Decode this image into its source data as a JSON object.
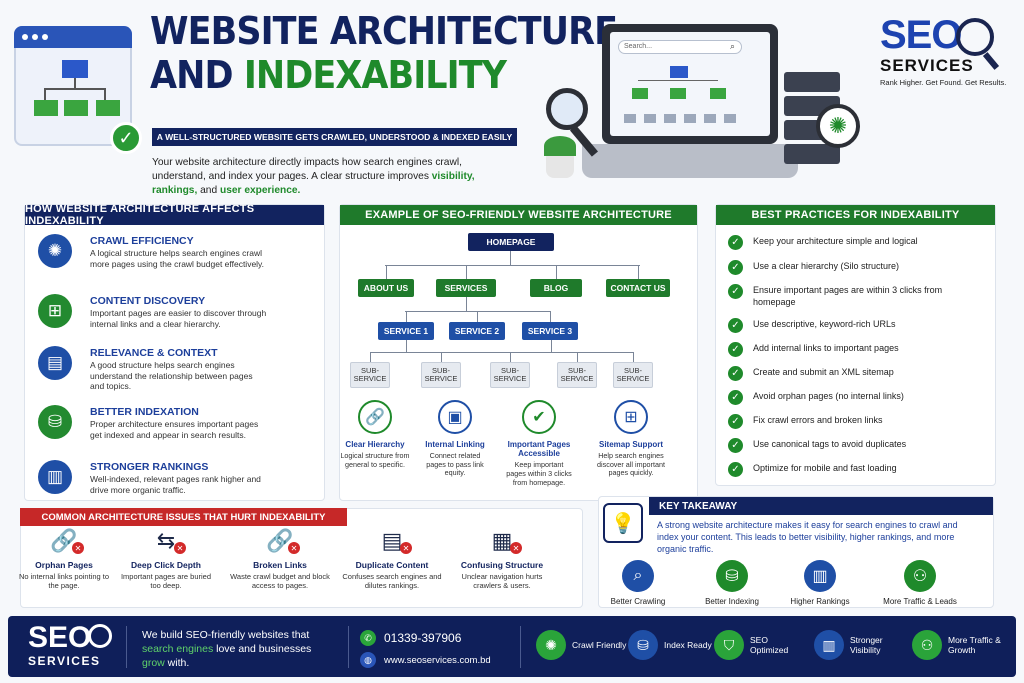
{
  "header": {
    "title_line1": "WEBSITE ARCHITECTURE",
    "title_line2a": "AND ",
    "title_line2b": "INDEXABILITY",
    "subtitle": "A WELL-STRUCTURED WEBSITE GETS CRAWLED, UNDERSTOOD & INDEXED EASILY",
    "intro_a": "Your website architecture directly impacts how search engines crawl, understand, and index your pages. A clear structure improves ",
    "intro_b": "visibility, rankings,",
    "intro_c": " and ",
    "intro_d": "user experience.",
    "search_placeholder": "Search..."
  },
  "logo": {
    "seo": "SEO",
    "services": "SERVICES",
    "tagline": "Rank Higher. Get Found. Get Results."
  },
  "affects": {
    "heading": "HOW WEBSITE ARCHITECTURE AFFECTS INDEXABILITY",
    "items": [
      {
        "title": "CRAWL EFFICIENCY",
        "text": "A logical structure helps search engines crawl more pages using the crawl budget effectively.",
        "icon": "spider-icon"
      },
      {
        "title": "CONTENT DISCOVERY",
        "text": "Important pages are easier to discover through internal links and a clear hierarchy.",
        "icon": "sitemap-icon"
      },
      {
        "title": "RELEVANCE & CONTEXT",
        "text": "A good structure helps search engines understand the relationship between pages and topics.",
        "icon": "document-icon"
      },
      {
        "title": "BETTER INDEXATION",
        "text": "Proper architecture ensures important pages get indexed and appear in search results.",
        "icon": "database-icon"
      },
      {
        "title": "STRONGER RANKINGS",
        "text": "Well-indexed, relevant pages rank higher and drive more organic traffic.",
        "icon": "chart-icon"
      }
    ]
  },
  "example": {
    "heading": "EXAMPLE OF SEO-FRIENDLY WEBSITE ARCHITECTURE",
    "home": "HOMEPAGE",
    "level1": [
      "ABOUT US",
      "SERVICES",
      "BLOG",
      "CONTACT US"
    ],
    "level2": [
      "SERVICE 1",
      "SERVICE 2",
      "SERVICE 3"
    ],
    "sub": "SUB-SERVICE",
    "features": [
      {
        "title": "Clear Hierarchy",
        "text": "Logical structure from general to specific."
      },
      {
        "title": "Internal Linking",
        "text": "Connect related pages to pass link equity."
      },
      {
        "title": "Important Pages Accessible",
        "text": "Keep important pages within 3 clicks from homepage."
      },
      {
        "title": "Sitemap Support",
        "text": "Help search engines discover all important pages quickly."
      }
    ]
  },
  "best": {
    "heading": "BEST PRACTICES FOR INDEXABILITY",
    "items": [
      "Keep your architecture simple and logical",
      "Use a clear hierarchy (Silo structure)",
      "Ensure important pages are within 3 clicks from homepage",
      "Use descriptive, keyword-rich URLs",
      "Add internal links to important pages",
      "Create and submit an XML sitemap",
      "Avoid orphan pages (no internal links)",
      "Fix crawl errors and broken links",
      "Use canonical tags to avoid duplicates",
      "Optimize for mobile and fast loading"
    ]
  },
  "issues": {
    "heading": "COMMON ARCHITECTURE ISSUES THAT HURT INDEXABILITY",
    "items": [
      {
        "title": "Orphan Pages",
        "text": "No internal links pointing to the page."
      },
      {
        "title": "Deep Click Depth",
        "text": "Important pages are buried too deep."
      },
      {
        "title": "Broken Links",
        "text": "Waste crawl budget and block access to pages."
      },
      {
        "title": "Duplicate Content",
        "text": "Confuses search engines and dilutes rankings."
      },
      {
        "title": "Confusing Structure",
        "text": "Unclear navigation hurts crawlers & users."
      }
    ]
  },
  "takeaway": {
    "heading": "KEY TAKEAWAY",
    "text": "A strong website architecture makes it easy for search engines to crawl and index your content. This leads to better visibility, higher rankings, and more organic traffic.",
    "icons": [
      "Better Crawling",
      "Better Indexing",
      "Higher Rankings",
      "More Traffic & Leads"
    ]
  },
  "footer": {
    "seo": "SEO",
    "services": "SERVICES",
    "tag_a": "We build SEO-friendly websites that ",
    "tag_b": "search engines",
    "tag_c": " love and businesses ",
    "tag_d": "grow",
    "tag_e": " with.",
    "phone": "01339-397906",
    "web": "www.seoservices.com.bd",
    "features": [
      "Crawl Friendly",
      "Index Ready",
      "SEO Optimized",
      "Stronger Visibility",
      "More Traffic & Growth"
    ]
  },
  "colors": {
    "navy": "#12235f",
    "green": "#1f8a2b",
    "blue": "#1f4fa6",
    "red": "#c62828"
  }
}
